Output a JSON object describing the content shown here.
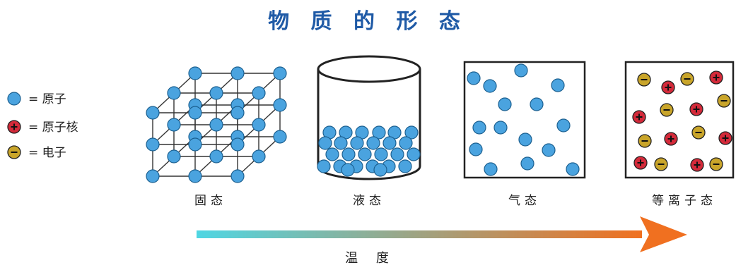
{
  "title": "物 质 的 形 态",
  "legend": {
    "atom": "= 原子",
    "nucleus": "= 原子核",
    "electron": "= 电子"
  },
  "states": {
    "solid": "固态",
    "liquid": "液态",
    "gas": "气态",
    "plasma": "等离子态"
  },
  "axis_label": "温 度",
  "colors": {
    "atom": "#4aa3df",
    "nucleus": "#d42a3a",
    "electron": "#c9a52a",
    "title": "#1f5aa6",
    "arrow_start": "#4fd6e3",
    "arrow_end": "#f07020"
  },
  "icons": [
    "plus-icon",
    "minus-icon"
  ]
}
